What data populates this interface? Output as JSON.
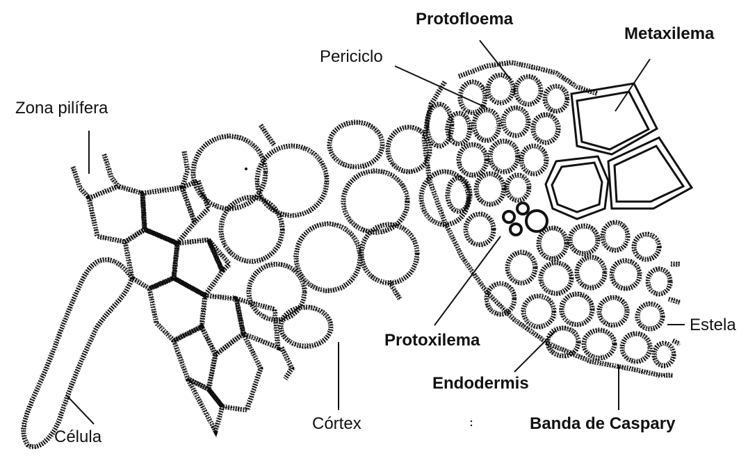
{
  "labels": {
    "protofloema": "Protofloema",
    "metaxilema": "Metaxilema",
    "periciclo": "Periciclo",
    "zona_pilifera": "Zona pilífera",
    "estela": "Estela",
    "protoxilema": "Protoxilema",
    "endodermis": "Endodermis",
    "celula": "Célula",
    "cortex": "Córtex",
    "banda_caspary": "Banda de Caspary"
  },
  "colors": {
    "ink": "#111111",
    "background": "#ffffff"
  }
}
